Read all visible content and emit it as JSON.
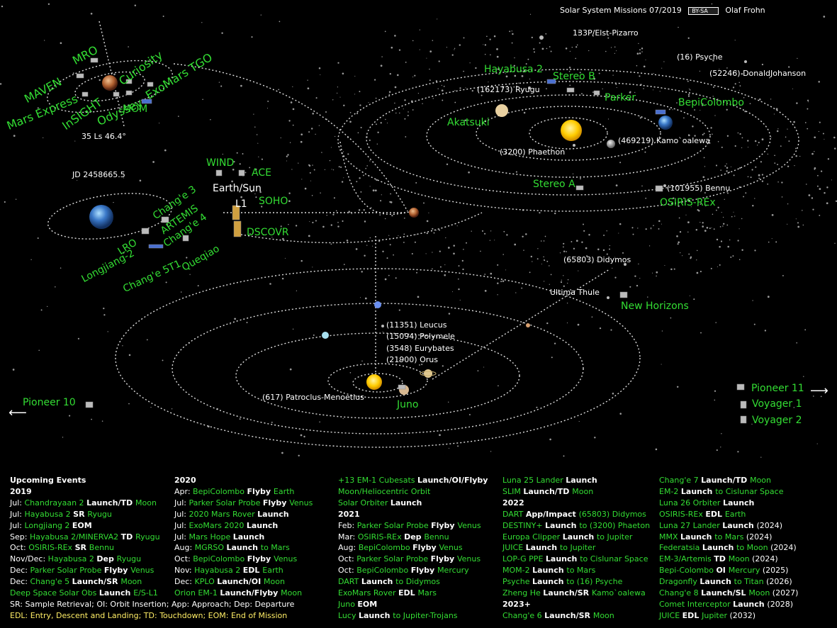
{
  "header": {
    "title": "Solar System Missions 07/2019",
    "license": "BY-SA",
    "author": "Olaf Frohn"
  },
  "timestamps": {
    "ls": "35 Ls 46.4°",
    "jd": "JD 2458665.5"
  },
  "labels": {
    "maven": "MAVEN",
    "mro": "MRO",
    "curiosity": "Curiosity",
    "exomars": "ExoMars TGO",
    "marsexpress": "Mars Express",
    "insight": "InSIGHT",
    "odyssey": "Odyssey",
    "mom": "MOM",
    "wind": "WIND",
    "ace": "ACE",
    "earthsun": "Earth/Sun",
    "l1": "L1",
    "soho": "SOHO",
    "dscovr": "DSCOVR",
    "change3": "Chang'e 3",
    "artemis": "ARTEMIS",
    "change4": "Chang'e 4",
    "lro": "LRO",
    "longjiang": "Longjiang-2",
    "change5t1": "Chang'e 5T1",
    "queqiao": "Queqiao",
    "hayabusa": "Hayabusa 2",
    "stereob": "Stereo B",
    "ryugu": "(162173) Ryugu",
    "parker": "Parker",
    "bepi": "BepiColombo",
    "akatsuki": "Akatsuki",
    "phaethon": "(3200) Phaethon",
    "kamo": "(469219) Kamo`oalewa",
    "stereoa": "Stereo A",
    "bennu": "(101955) Bennu",
    "osiris": "OSIRIS-REx",
    "elst": "133P/Elst-Pizarro",
    "psyche": "(16) Psyche",
    "donald": "(52246) DonaldJohanson",
    "didymos": "(65803) Didymos",
    "ultima": "Ultima Thule",
    "newhorizons": "New Horizons",
    "leucus": "(11351) Leucus",
    "polymele": "(15094) Polymele",
    "eurybates": "(3548) Eurybates",
    "orus": "(21900) Orus",
    "patroclus": "(617) Patroclus-Menoetius",
    "juno": "Juno",
    "pioneer10": "Pioneer 10",
    "pioneer11": "Pioneer 11",
    "voyager1": "Voyager 1",
    "voyager2": "Voyager 2"
  },
  "events": {
    "col1": [
      [
        [
          "hdr",
          "Upcoming Events"
        ]
      ],
      [
        [
          "hdr",
          "2019"
        ]
      ],
      [
        [
          "w",
          "Jul: "
        ],
        [
          "g",
          "Chandrayaan 2 "
        ],
        [
          "b",
          "Launch/TD "
        ],
        [
          "g",
          "Moon"
        ]
      ],
      [
        [
          "w",
          "Jul: "
        ],
        [
          "g",
          "Hayabusa 2 "
        ],
        [
          "b",
          "SR "
        ],
        [
          "g",
          "Ryugu"
        ]
      ],
      [
        [
          "w",
          "Jul: "
        ],
        [
          "g",
          "Longjiang 2 "
        ],
        [
          "b",
          "EOM"
        ]
      ],
      [
        [
          "w",
          "Sep: "
        ],
        [
          "g",
          "Hayabusa 2/MINERVA2 "
        ],
        [
          "b",
          "TD "
        ],
        [
          "g",
          "Ryugu"
        ]
      ],
      [
        [
          "w",
          "Oct: "
        ],
        [
          "g",
          "OSIRIS-REx "
        ],
        [
          "b",
          "SR "
        ],
        [
          "g",
          "Bennu"
        ]
      ],
      [
        [
          "w",
          "Nov/Dec: "
        ],
        [
          "g",
          "Hayabusa 2 "
        ],
        [
          "b",
          "Dep "
        ],
        [
          "g",
          "Ryugu"
        ]
      ],
      [
        [
          "w",
          "Dec: "
        ],
        [
          "g",
          "Parker Solar Probe "
        ],
        [
          "b",
          "Flyby "
        ],
        [
          "g",
          "Venus"
        ]
      ],
      [
        [
          "w",
          "Dec: "
        ],
        [
          "g",
          "Chang'e 5 "
        ],
        [
          "b",
          "Launch/SR "
        ],
        [
          "g",
          "Moon"
        ]
      ],
      [
        [
          "g",
          "Deep Space Solar Obs "
        ],
        [
          "b",
          "Launch "
        ],
        [
          "g",
          "E/S-L1"
        ]
      ],
      [
        [
          "w",
          "SR: Sample Retrieval; OI: Orbit Insertion; App: Approach; Dep: Departure"
        ]
      ],
      [
        [
          "y",
          "EDL: Entry, Descent and Landing; TD: Touchdown; EOM: End of Mission"
        ]
      ]
    ],
    "col2": [
      [
        [
          "hdr",
          "2020"
        ]
      ],
      [
        [
          "w",
          "Apr: "
        ],
        [
          "g",
          "BepiColombo "
        ],
        [
          "b",
          "Flyby "
        ],
        [
          "g",
          "Earth"
        ]
      ],
      [
        [
          "w",
          "Jul: "
        ],
        [
          "g",
          "Parker Solar Probe "
        ],
        [
          "b",
          "Flyby "
        ],
        [
          "g",
          "Venus"
        ]
      ],
      [
        [
          "w",
          "Jul: "
        ],
        [
          "g",
          "2020 Mars Rover "
        ],
        [
          "b",
          "Launch"
        ]
      ],
      [
        [
          "w",
          "Jul: "
        ],
        [
          "g",
          "ExoMars 2020 "
        ],
        [
          "b",
          "Launch"
        ]
      ],
      [
        [
          "w",
          "Jul: "
        ],
        [
          "g",
          "Mars Hope "
        ],
        [
          "b",
          "Launch"
        ]
      ],
      [
        [
          "w",
          "Aug: "
        ],
        [
          "g",
          "MGRSO "
        ],
        [
          "b",
          "Launch "
        ],
        [
          "g",
          "to Mars"
        ]
      ],
      [
        [
          "w",
          "Oct: "
        ],
        [
          "g",
          "BepiColombo "
        ],
        [
          "b",
          "Flyby "
        ],
        [
          "g",
          "Venus"
        ]
      ],
      [
        [
          "w",
          "Nov: "
        ],
        [
          "g",
          "Hayabusa 2 "
        ],
        [
          "b",
          "EDL "
        ],
        [
          "g",
          "Earth"
        ]
      ],
      [
        [
          "w",
          "Dec: "
        ],
        [
          "g",
          "KPLO "
        ],
        [
          "b",
          "Launch/OI "
        ],
        [
          "g",
          "Moon"
        ]
      ],
      [
        [
          "g",
          "Orion EM-1 "
        ],
        [
          "b",
          "Launch/Flyby "
        ],
        [
          "g",
          "Moon"
        ]
      ]
    ],
    "col3": [
      [
        [
          "g",
          "+13 EM-1 Cubesats "
        ],
        [
          "b",
          "Launch/OI/Flyby"
        ]
      ],
      [
        [
          "g",
          "  Moon/Heliocentric Orbit"
        ]
      ],
      [
        [
          "g",
          "Solar Orbiter "
        ],
        [
          "b",
          "Launch"
        ]
      ],
      [
        [
          "hdr",
          "2021"
        ]
      ],
      [
        [
          "w",
          "Feb: "
        ],
        [
          "g",
          "Parker Solar Probe "
        ],
        [
          "b",
          "Flyby "
        ],
        [
          "g",
          "Venus"
        ]
      ],
      [
        [
          "w",
          "Mar: "
        ],
        [
          "g",
          "OSIRIS-REx "
        ],
        [
          "b",
          "Dep "
        ],
        [
          "g",
          "Bennu"
        ]
      ],
      [
        [
          "w",
          "Aug: "
        ],
        [
          "g",
          "BepiColombo "
        ],
        [
          "b",
          "Flyby "
        ],
        [
          "g",
          "Venus"
        ]
      ],
      [
        [
          "w",
          "Oct: "
        ],
        [
          "g",
          "Parker Solar Probe "
        ],
        [
          "b",
          "Flyby "
        ],
        [
          "g",
          "Venus"
        ]
      ],
      [
        [
          "w",
          "Oct: "
        ],
        [
          "g",
          "BepiColombo "
        ],
        [
          "b",
          "Flyby "
        ],
        [
          "g",
          "Mercury"
        ]
      ],
      [
        [
          "g",
          "DART "
        ],
        [
          "b",
          "Launch "
        ],
        [
          "g",
          "to Didymos"
        ]
      ],
      [
        [
          "g",
          "ExoMars Rover "
        ],
        [
          "b",
          "EDL "
        ],
        [
          "g",
          "Mars"
        ]
      ],
      [
        [
          "g",
          "Juno "
        ],
        [
          "b",
          "EOM"
        ]
      ],
      [
        [
          "g",
          "Lucy "
        ],
        [
          "b",
          "Launch "
        ],
        [
          "g",
          "to Jupiter-Trojans"
        ]
      ]
    ],
    "col4": [
      [
        [
          "g",
          "Luna 25 Lander "
        ],
        [
          "b",
          "Launch"
        ]
      ],
      [
        [
          "g",
          "SLIM "
        ],
        [
          "b",
          "Launch/TD "
        ],
        [
          "g",
          "Moon"
        ]
      ],
      [
        [
          "hdr",
          "2022"
        ]
      ],
      [
        [
          "g",
          "DART "
        ],
        [
          "b",
          "App/Impact "
        ],
        [
          "g",
          "(65803) Didymos"
        ]
      ],
      [
        [
          "g",
          "DESTINY+ "
        ],
        [
          "b",
          "Launch "
        ],
        [
          "g",
          "to (3200) Phaeton"
        ]
      ],
      [
        [
          "g",
          "Europa Clipper "
        ],
        [
          "b",
          "Launch "
        ],
        [
          "g",
          "to Jupiter"
        ]
      ],
      [
        [
          "g",
          "JUICE "
        ],
        [
          "b",
          "Launch "
        ],
        [
          "g",
          "to Jupiter"
        ]
      ],
      [
        [
          "g",
          "LOP-G PPE "
        ],
        [
          "b",
          "Launch "
        ],
        [
          "g",
          "to Cislunar Space"
        ]
      ],
      [
        [
          "g",
          "MOM-2 "
        ],
        [
          "b",
          "Launch "
        ],
        [
          "g",
          "to Mars"
        ]
      ],
      [
        [
          "g",
          "Psyche "
        ],
        [
          "b",
          "Launch "
        ],
        [
          "g",
          "to (16) Psyche"
        ]
      ],
      [
        [
          "g",
          "Zheng He "
        ],
        [
          "b",
          "Launch/SR "
        ],
        [
          "g",
          "Kamo`oalewa"
        ]
      ],
      [
        [
          "hdr",
          "2023+"
        ]
      ],
      [
        [
          "g",
          "Chang'e 6 "
        ],
        [
          "b",
          "Launch/SR "
        ],
        [
          "g",
          "Moon"
        ]
      ]
    ],
    "col5": [
      [
        [
          "g",
          "Chang'e 7 "
        ],
        [
          "b",
          "Launch/TD "
        ],
        [
          "g",
          "Moon"
        ]
      ],
      [
        [
          "g",
          "EM-2 "
        ],
        [
          "b",
          "Launch "
        ],
        [
          "g",
          "to Cislunar Space"
        ]
      ],
      [
        [
          "g",
          "Luna 26 Orbiter "
        ],
        [
          "b",
          "Launch"
        ]
      ],
      [
        [
          "g",
          "OSIRIS-REx "
        ],
        [
          "b",
          "EDL "
        ],
        [
          "g",
          "Earth"
        ]
      ],
      [
        [
          "g",
          "Luna 27 Lander "
        ],
        [
          "b",
          "Launch "
        ],
        [
          "w",
          "(2024)"
        ]
      ],
      [
        [
          "g",
          "MMX "
        ],
        [
          "b",
          "Launch "
        ],
        [
          "g",
          "to Mars "
        ],
        [
          "w",
          "(2024)"
        ]
      ],
      [
        [
          "g",
          "Federatsia "
        ],
        [
          "b",
          "Launch "
        ],
        [
          "g",
          "to Moon "
        ],
        [
          "w",
          "(2024)"
        ]
      ],
      [
        [
          "g",
          "EM-3/Artemis "
        ],
        [
          "b",
          "TD "
        ],
        [
          "g",
          "Moon "
        ],
        [
          "w",
          "(2024)"
        ]
      ],
      [
        [
          "g",
          "Bepi-Colombo "
        ],
        [
          "b",
          "OI "
        ],
        [
          "g",
          "Mercury "
        ],
        [
          "w",
          "(2025)"
        ]
      ],
      [
        [
          "g",
          "Dragonfly "
        ],
        [
          "b",
          "Launch "
        ],
        [
          "g",
          "to Titan "
        ],
        [
          "w",
          "(2026)"
        ]
      ],
      [
        [
          "g",
          "Chang'e 8 "
        ],
        [
          "b",
          "Launch/SL "
        ],
        [
          "g",
          "Moon "
        ],
        [
          "w",
          "(2027)"
        ]
      ],
      [
        [
          "g",
          "Comet Interceptor "
        ],
        [
          "b",
          "Launch "
        ],
        [
          "w",
          "(2028)"
        ]
      ],
      [
        [
          "g",
          "JUICE "
        ],
        [
          "b",
          "EDL "
        ],
        [
          "g",
          "Jupiter "
        ],
        [
          "w",
          "(2032)"
        ]
      ]
    ]
  }
}
